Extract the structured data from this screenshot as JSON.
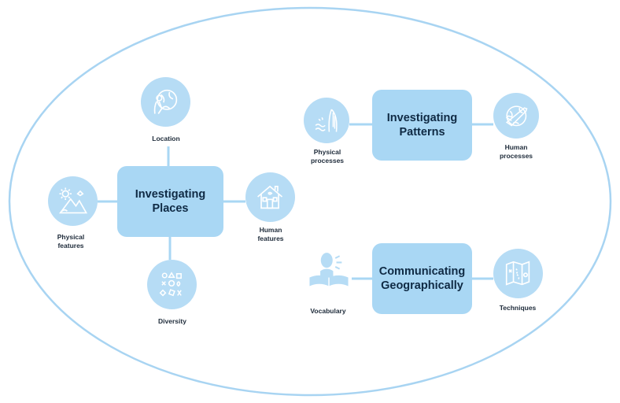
{
  "colors": {
    "ellipse_border": "#a8d4f2",
    "box_fill": "#a9d7f4",
    "icon_fill": "#b6dcf5",
    "connector": "#a9d7f4",
    "icon_stroke": "#ffffff"
  },
  "places": {
    "title": "Investigating\nPlaces",
    "location": {
      "label": "Location",
      "icon": "globe-person-icon"
    },
    "physical": {
      "label": "Physical\nfeatures",
      "icon": "mountain-sun-icon"
    },
    "human": {
      "label": "Human\nfeatures",
      "icon": "house-icon"
    },
    "diversity": {
      "label": "Diversity",
      "icon": "shapes-icon"
    }
  },
  "patterns": {
    "title": "Investigating\nPatterns",
    "physical": {
      "label": "Physical\nprocesses",
      "icon": "waterfall-icon"
    },
    "human": {
      "label": "Human\nprocesses",
      "icon": "airplane-globe-icon"
    }
  },
  "communicating": {
    "title": "Communicating\nGeographically",
    "vocabulary": {
      "label": "Vocabulary",
      "icon": "reading-person-icon"
    },
    "techniques": {
      "label": "Techniques",
      "icon": "map-icon"
    }
  }
}
